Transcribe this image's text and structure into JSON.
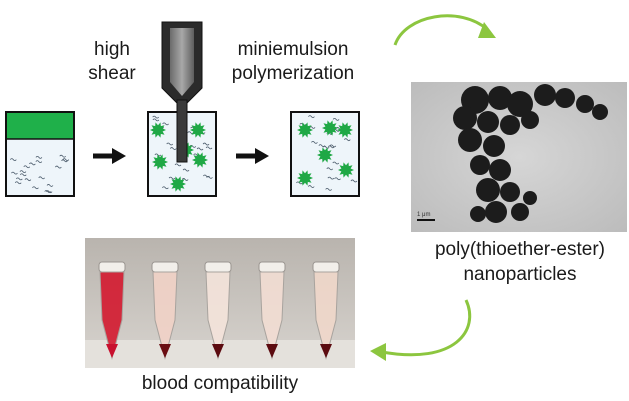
{
  "labels": {
    "high": "high",
    "shear": "shear",
    "miniemulsion": "miniemulsion",
    "polymerization": "polymerization",
    "particles_line1": "poly(thioether-ester)",
    "particles_line2": "nanoparticles",
    "blood": "blood compatibility",
    "scale_bar": "1 μm"
  },
  "colors": {
    "green_phase": "#1fb04a",
    "droplet": "#1fa845",
    "cycle_arrow": "#8cc63f",
    "step_arrow": "#111111",
    "tem_background": "#c9c9c9",
    "particle": "#1c1c1c",
    "blood_red": "#c8102e"
  },
  "steps": [
    {
      "name": "two-phase-mixture"
    },
    {
      "name": "high-shear-emulsification"
    },
    {
      "name": "polymerized-nanoparticles"
    }
  ],
  "blood_tubes": [
    {
      "label": "hemolyzed",
      "supernatant": "#d3182f",
      "pellet": "#c8102e"
    },
    {
      "label": "sample-1",
      "supernatant": "#f1d2c6",
      "pellet": "#6a0d12"
    },
    {
      "label": "sample-2",
      "supernatant": "#f4e3da",
      "pellet": "#5c0b10"
    },
    {
      "label": "sample-3",
      "supernatant": "#f2ddd3",
      "pellet": "#5c0b10"
    },
    {
      "label": "sample-4",
      "supernatant": "#f0d7ca",
      "pellet": "#5c0b10"
    }
  ]
}
